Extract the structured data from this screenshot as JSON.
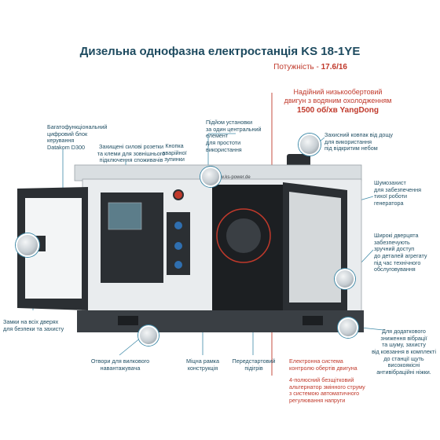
{
  "header": {
    "title": "Дизельна однофазна електростанція",
    "model": "KS 18-1YE",
    "power_label": "Потужність -",
    "power_value": "17.6/16"
  },
  "highlight": {
    "line1": "Надійний низькообертовий",
    "line2": "двигун з водяним охолодженням",
    "line3": "1500 об/хв YangDong"
  },
  "callouts": {
    "controller_1": "Багатофункціональний",
    "controller_2": "цифровий блок",
    "controller_3": "керування",
    "controller_4": "Datakom D300",
    "sockets_1": "Захищені силові розетки",
    "sockets_2": "та клеми для зовнішнього",
    "sockets_3": "підключення споживачів",
    "estop_1": "Кнопка",
    "estop_2": "аварійної",
    "estop_3": "зупинки",
    "lift_1": "Підйом установки",
    "lift_2": "за один центральний",
    "lift_3": "елемент",
    "lift_4": "для простоти",
    "lift_5": "використання",
    "rain_1": "Захисний ковпак від дощу",
    "rain_2": "для використання",
    "rain_3": "під відкритим небом",
    "noise_1": "Шумозахист",
    "noise_2": "для забезпечення",
    "noise_3": "тихої роботи",
    "noise_4": "генератора",
    "doors_1": "Широкі дверцята",
    "doors_2": "забезпечують",
    "doors_3": "зручний доступ",
    "doors_4": "до деталей агрегату",
    "doors_5": "під час технічного",
    "doors_6": "обслуговування",
    "locks_1": "Замки на всіх дверях",
    "locks_2": "для безпеки та захисту",
    "fork_1": "Отвори для вилкового",
    "fork_2": "навантажувача",
    "frame_1": "Міцна рамка",
    "frame_2": "конструкція",
    "preheat_1": "Передстартовий",
    "preheat_2": "підігрів",
    "ecu_1": "Електронна система",
    "ecu_2": "контролю обертів двигуна",
    "alt_1": "4-полюсний безщітковий",
    "alt_2": "альтернатор змінного струму",
    "alt_3": "з системою автоматичного",
    "alt_4": "регулювання напруги",
    "vib_1": "Для додаткового",
    "vib_2": "зниження вібрації",
    "vib_3": "та шуму, захисту",
    "vib_4": "від ковзання в комплекті",
    "vib_5": "до станції щуть",
    "vib_6": "високоякісні",
    "vib_7": "антивібраційні ніжки."
  },
  "website": "www.ks-power.de",
  "colors": {
    "accent_blue": "#1f4e63",
    "accent_red": "#c0392b",
    "leader_blue": "#3f8aa8",
    "body_dark": "#2b2f33",
    "body_light": "#e9ecee"
  }
}
